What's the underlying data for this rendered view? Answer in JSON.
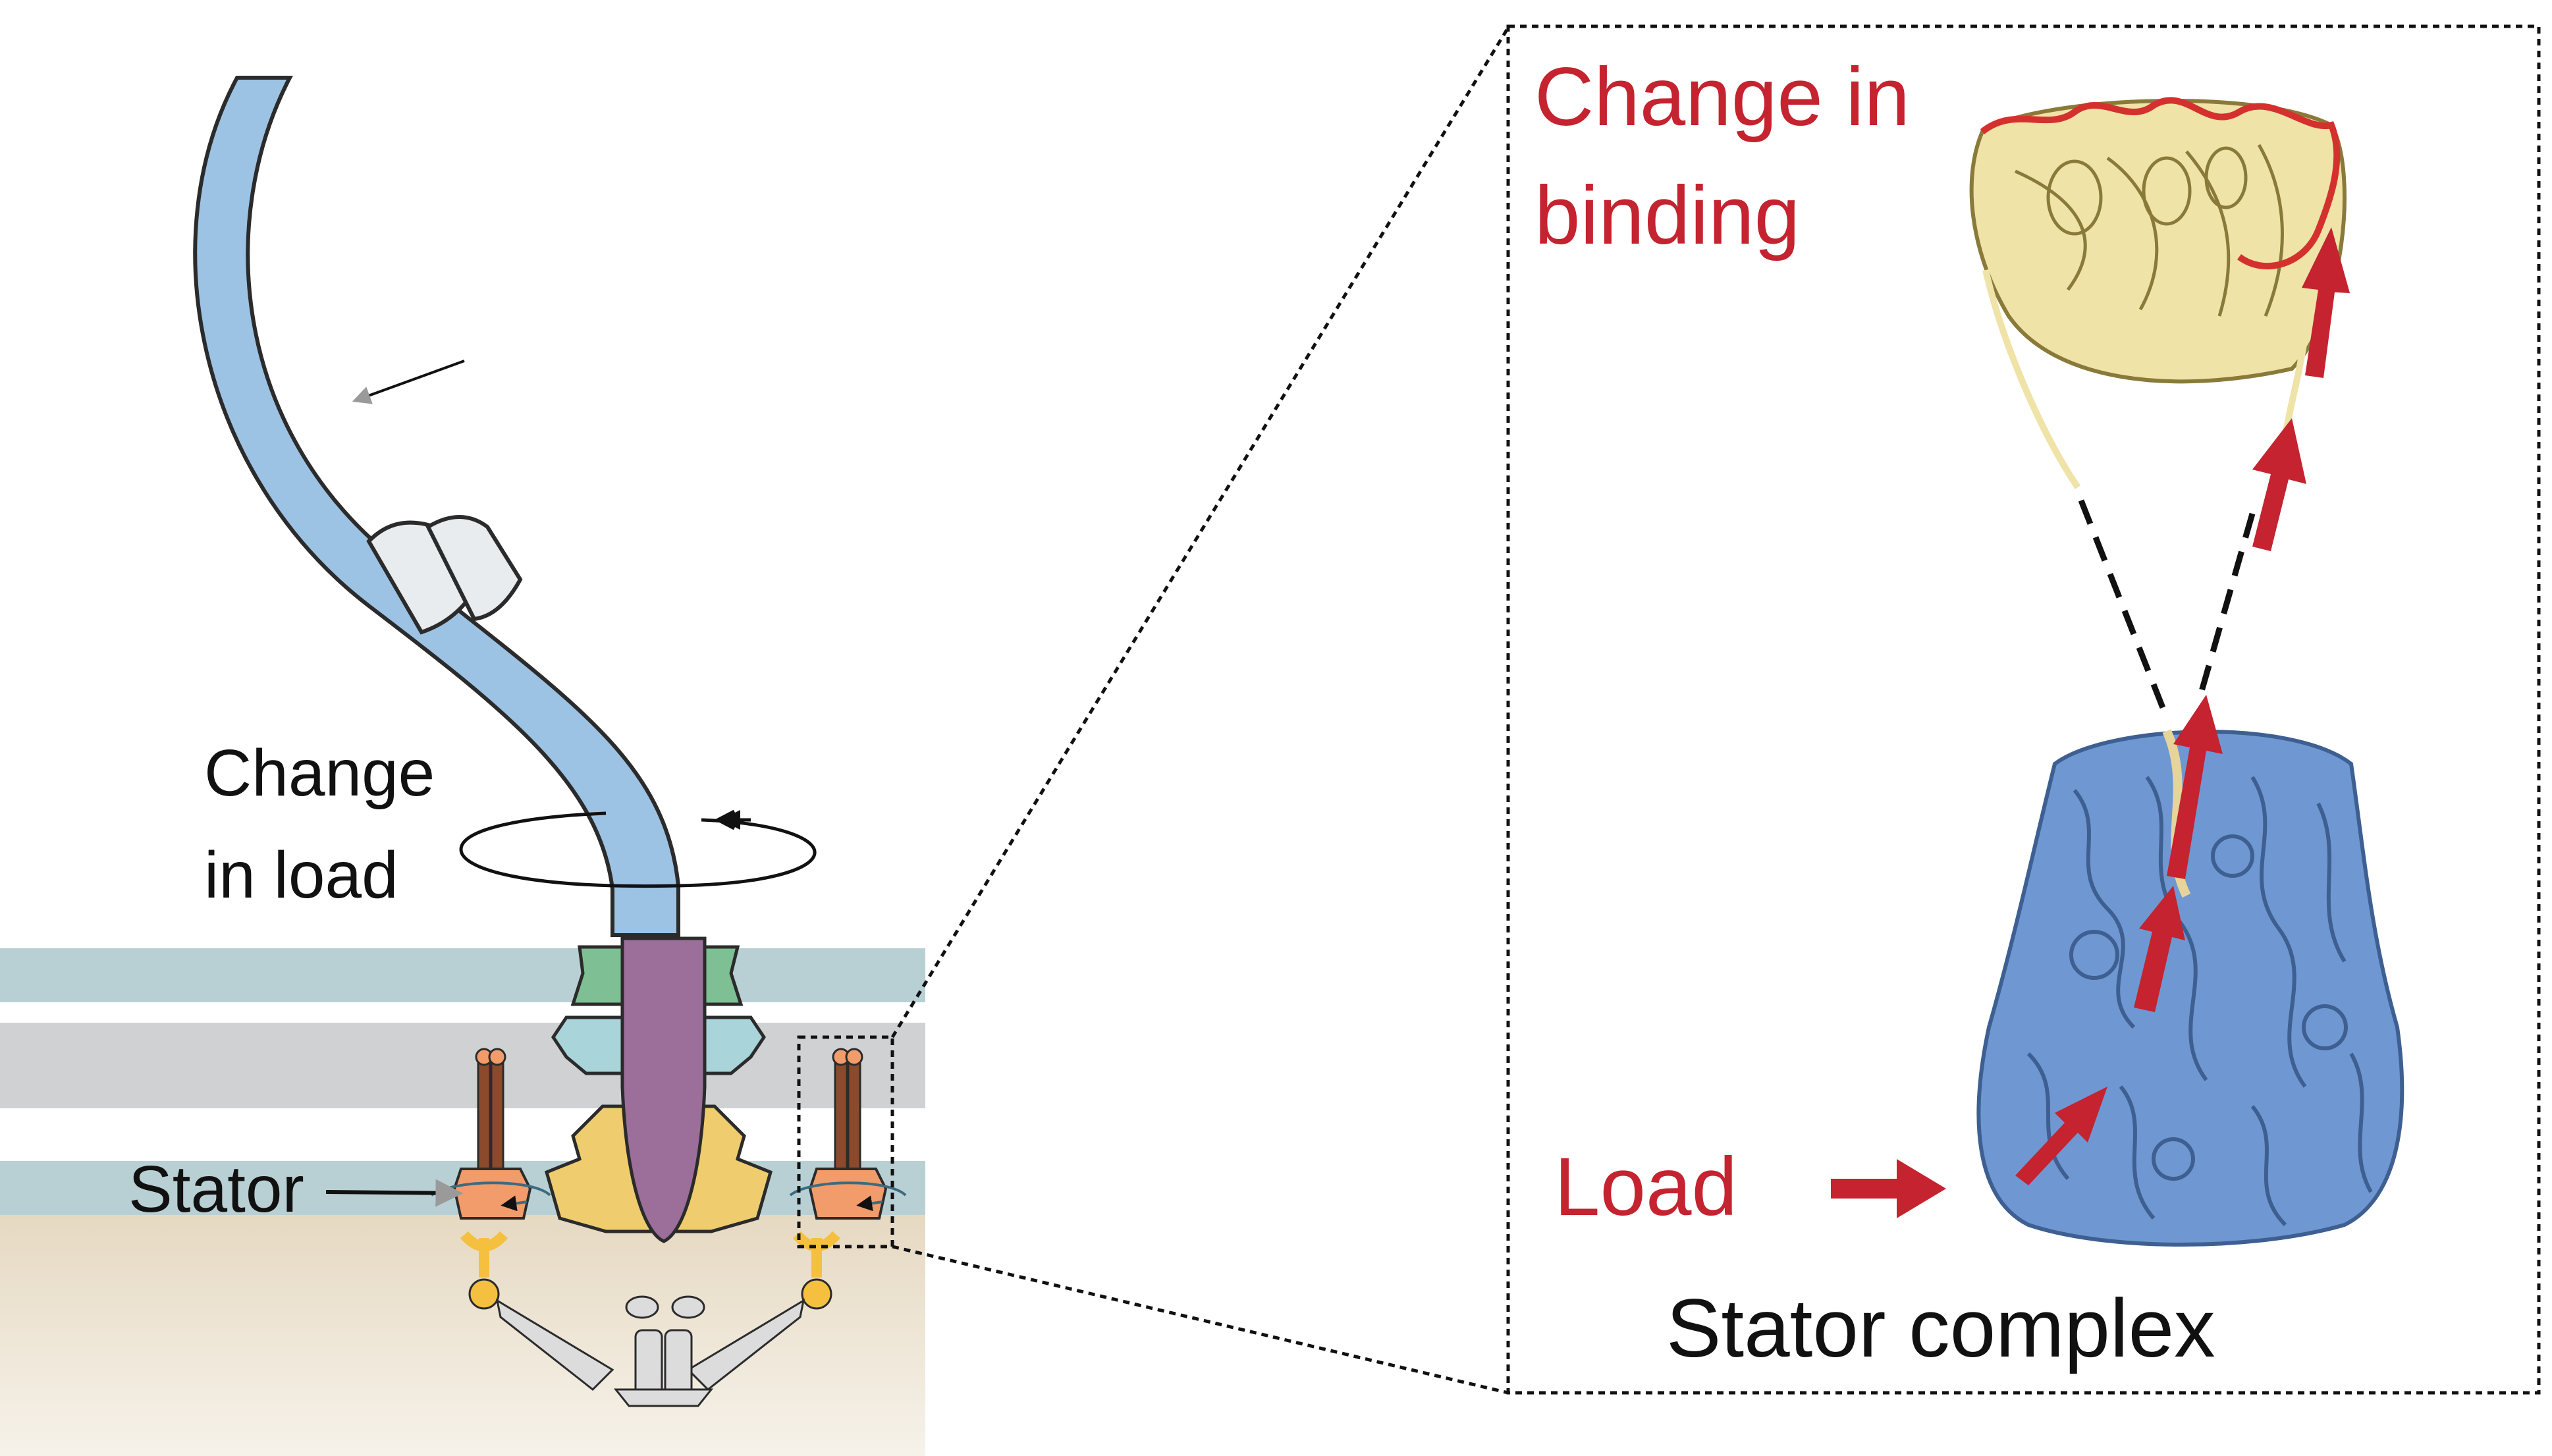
{
  "labels": {
    "change_in_load_line1": "Change",
    "change_in_load_line2": "in load",
    "stator": "Stator",
    "change_in_binding_line1": "Change in",
    "change_in_binding_line2": "binding",
    "load": "Load",
    "stator_complex": "Stator complex"
  },
  "colors": {
    "flagellum_blue": "#9dc3e4",
    "hook_grey": "#e8ecee",
    "outer_membrane": "#b8d0d4",
    "peptidoglycan": "#cfd1d3",
    "inner_membrane": "#b8d0d4",
    "cytoplasm_top": "#e8dcc6",
    "l_ring_green": "#7fbf94",
    "p_ring_teal": "#a8d4da",
    "rod_purple": "#9b6f9a",
    "ms_ring_yellow": "#efcd6e",
    "stator_orange": "#f29b6b",
    "stator_brown": "#8b4a2b",
    "cring_yellow": "#f5c040",
    "export_grey": "#dcdcdc",
    "arrow_red": "#c4232f",
    "protein_blue": "#6f98d2",
    "protein_cream": "#f0e3a8",
    "protein_red": "#d4312e"
  }
}
